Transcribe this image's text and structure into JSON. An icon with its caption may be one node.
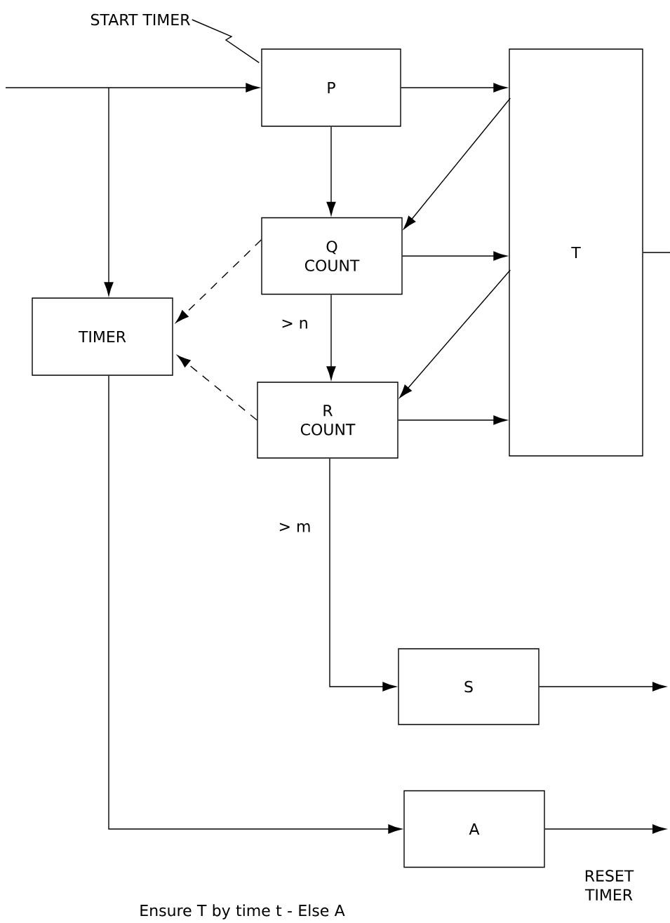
{
  "diagram": {
    "nodes": [
      {
        "text": [
          "P"
        ]
      },
      {
        "text": [
          "T"
        ]
      },
      {
        "text": [
          "Q",
          "COUNT"
        ]
      },
      {
        "text": [
          "TIMER"
        ]
      },
      {
        "text": [
          "R",
          "COUNT"
        ]
      },
      {
        "text": [
          "S"
        ]
      },
      {
        "text": [
          "A"
        ]
      },
      {
        "text": [
          "START TIMER"
        ]
      }
    ],
    "edges": [
      {
        "from": null,
        "to": 0,
        "arrow": "to"
      },
      {
        "from": null,
        "to": 3,
        "arrow": "to"
      },
      {
        "from": 0,
        "to": 1,
        "arrow": "to"
      },
      {
        "from": 0,
        "to": 2,
        "arrow": "to"
      },
      {
        "from": 1,
        "to": 2,
        "arrow": "to"
      },
      {
        "from": 2,
        "to": 1,
        "arrow": "to"
      },
      {
        "from": 1,
        "to": 4,
        "arrow": "to"
      },
      {
        "from": 4,
        "to": 1,
        "arrow": "to"
      },
      {
        "from": 2,
        "to": 4,
        "arrow": "to",
        "label": "> n"
      },
      {
        "from": 2,
        "to": 3,
        "arrow": "to",
        "style": "dashed"
      },
      {
        "from": 4,
        "to": 3,
        "arrow": "to",
        "style": "dashed"
      },
      {
        "from": 4,
        "to": 5,
        "arrow": "to",
        "label": "> m"
      },
      {
        "from": 3,
        "to": 6,
        "arrow": "to"
      },
      {
        "from": 1,
        "to": null,
        "arrow": "none"
      },
      {
        "from": 5,
        "to": null,
        "arrow": "to"
      },
      {
        "from": 6,
        "to": null,
        "arrow": "to"
      },
      {
        "from": 7,
        "to": 0,
        "arrow": "none"
      }
    ],
    "labels": [
      "RESET TIMER",
      "Ensure T by time t - Else A"
    ]
  }
}
